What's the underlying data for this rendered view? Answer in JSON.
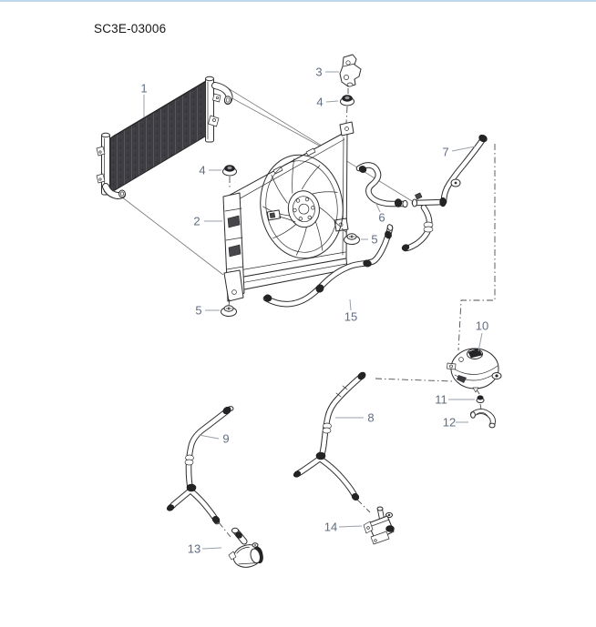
{
  "page": {
    "title": "SC3E-03006"
  },
  "colors": {
    "background": "#ffffff",
    "top_border": "#bfd8ec",
    "label_text": "#5f6c80",
    "leader_line": "#98a0a8",
    "artwork_line": "#2e2e30",
    "radiator_core_fill": "#3e3e42",
    "radiator_core_top": "#8f8f95",
    "dark_detail": "#242426"
  },
  "diagram": {
    "callouts": [
      "1",
      "2",
      "3",
      "4",
      "4",
      "5",
      "5",
      "6",
      "7",
      "8",
      "9",
      "10",
      "11",
      "12",
      "13",
      "14",
      "15"
    ]
  }
}
